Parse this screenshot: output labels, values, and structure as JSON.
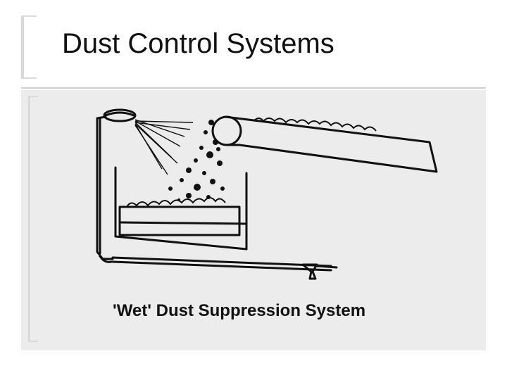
{
  "slide": {
    "title": "Dust Control Systems"
  },
  "figure": {
    "caption": "'Wet' Dust Suppression System",
    "diagram_icon": "wet-dust-suppression-diagram"
  }
}
